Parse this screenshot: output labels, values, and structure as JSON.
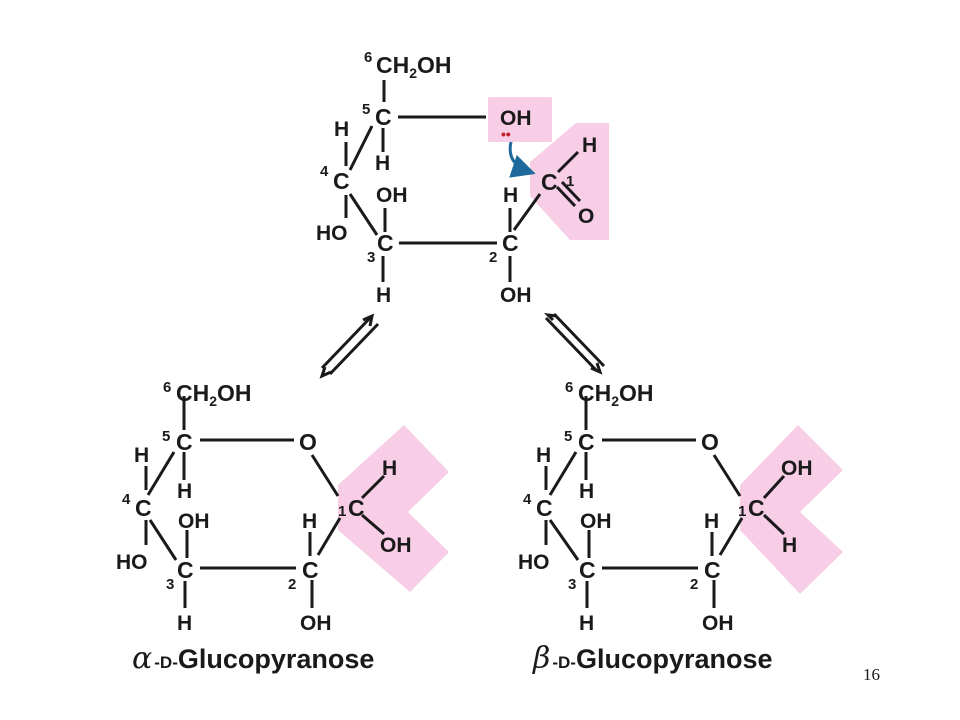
{
  "open_chain": {
    "c6": "CH",
    "c6_sub": "2",
    "c6_oh": "OH",
    "c5": "C",
    "c4": "C",
    "c3": "C",
    "c2": "C",
    "c1": "C",
    "o5": "OH",
    "h1": "H",
    "o1": "O",
    "h5_up": "H",
    "h5_down": "H",
    "ho4": "HO",
    "oh3": "OH",
    "h2": "H",
    "h3": "H",
    "oh2": "OH",
    "n6": "6",
    "n5": "5",
    "n4": "4",
    "n3": "3",
    "n2": "2",
    "n1": "1",
    "lone_pair": "••"
  },
  "alpha": {
    "c6": "CH",
    "c6_sub": "2",
    "c6_oh": "OH",
    "c5": "C",
    "c4": "C",
    "c3": "C",
    "c2": "C",
    "c1": "C",
    "ring_o": "O",
    "h5_up": "H",
    "h5_down": "H",
    "ho4": "HO",
    "oh3": "OH",
    "h2": "H",
    "h3": "H",
    "oh2": "OH",
    "sub1_top": "H",
    "sub1_bottom": "OH",
    "n6": "6",
    "n5": "5",
    "n4": "4",
    "n3": "3",
    "n2": "2",
    "n1": "1",
    "name_greek": "α",
    "name_d": "-D-",
    "name_main": "Glucopyranose"
  },
  "beta": {
    "c6": "CH",
    "c6_sub": "2",
    "c6_oh": "OH",
    "c5": "C",
    "c4": "C",
    "c3": "C",
    "c2": "C",
    "c1": "C",
    "ring_o": "O",
    "h5_up": "H",
    "h5_down": "H",
    "ho4": "HO",
    "oh3": "OH",
    "h2": "H",
    "h3": "H",
    "oh2": "OH",
    "sub1_top": "OH",
    "sub1_bottom": "H",
    "n6": "6",
    "n5": "5",
    "n4": "4",
    "n3": "3",
    "n2": "2",
    "n1": "1",
    "name_greek": "β",
    "name_d": "-D-",
    "name_main": "Glucopyranose"
  },
  "page_number": "16",
  "colors": {
    "highlight": "#f8cde6",
    "arrow": "#1f6a9c",
    "lone_pair": "#c0202c",
    "ink": "#1a1a1a"
  }
}
